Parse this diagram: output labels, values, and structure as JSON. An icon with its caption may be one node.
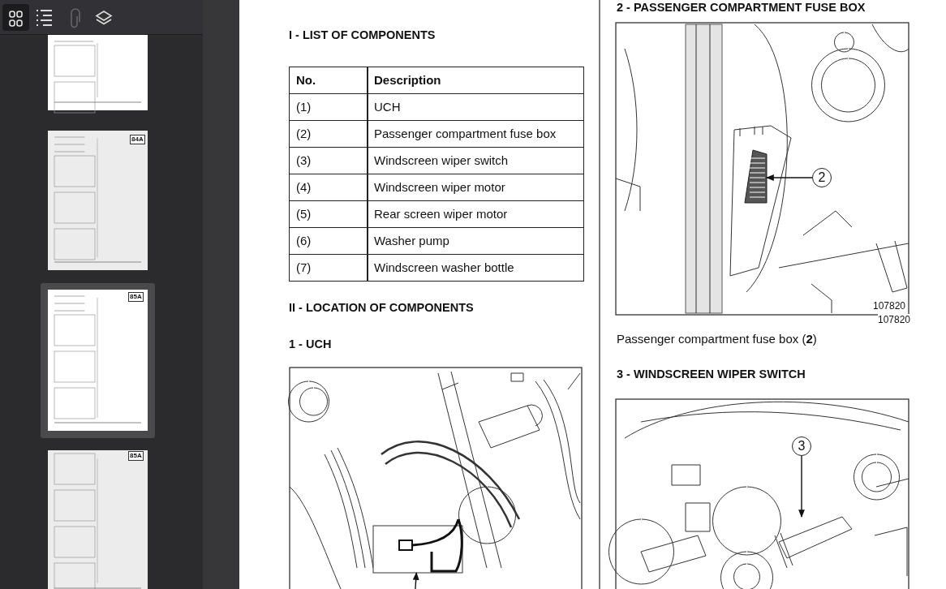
{
  "diagram": {
    "nodes": [
      {
        "text": [
          "2"
        ]
      },
      {
        "text": [],
        "shape": "picture"
      },
      {
        "text": [
          "3"
        ]
      },
      {
        "text": [],
        "shape": "picture"
      },
      {
        "text": [],
        "shape": "picture"
      }
    ],
    "edges": [
      {
        "from": 0,
        "to": 1,
        "arrow": "to"
      },
      {
        "from": 2,
        "to": 3,
        "arrow": "to"
      },
      {
        "from": null,
        "to": 4,
        "arrow": "to"
      }
    ],
    "labels": [
      "84A",
      "85A",
      "85A",
      "I - LIST OF COMPONENTS",
      "No.",
      "Description",
      "(1)",
      "UCH",
      "(2)",
      "Passenger compartment fuse box",
      "(3)",
      "Windscreen wiper switch",
      "(4)",
      "Windscreen wiper motor",
      "(5)",
      "Rear screen wiper motor",
      "(6)",
      "Washer pump",
      "(7)",
      "Windscreen washer bottle",
      "II - LOCATION OF COMPONENTS",
      "1 - UCH",
      "2 - PASSENGER COMPARTMENT FUSE BOX",
      "107820",
      "107820",
      "Passenger compartment fuse box (**2**)",
      "3 - WINDSCREEN WIPER SWITCH"
    ]
  }
}
